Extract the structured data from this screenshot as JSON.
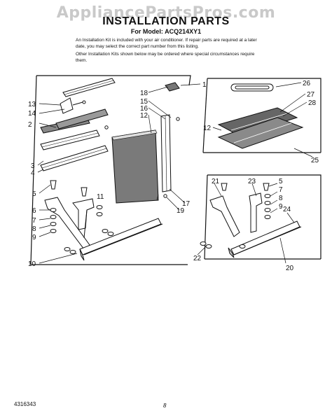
{
  "watermark": "AppliancePartsPros.com",
  "title": "INSTALLATION PARTS",
  "model_line": "For Model: ACQ214XY1",
  "intro_1": "An Installation Kit is included with your air conditioner. If repair parts are required at a later date, you may select the correct part number from this listing.",
  "intro_2": "Other Installation Kits shown below may be ordered where special circumstances require them.",
  "footer_code": "4316343",
  "footer_page": "8",
  "callouts": {
    "c1": "1",
    "c2": "2",
    "c3": "3",
    "c4": "4",
    "c5": "5",
    "c6": "6",
    "c7": "7",
    "c8": "8",
    "c9": "9",
    "c10": "10",
    "c11": "11",
    "c12": "12",
    "c13": "13",
    "c14": "14",
    "c15": "15",
    "c16": "16",
    "c17": "17",
    "c18": "18",
    "c19": "19",
    "r12": "12",
    "r25": "25",
    "r26": "26",
    "r27": "27",
    "r28": "28",
    "l21": "21",
    "l22": "22",
    "l23": "23",
    "l5": "5",
    "l7": "7",
    "l8": "8",
    "l9": "9",
    "l24": "24",
    "l20": "20"
  }
}
